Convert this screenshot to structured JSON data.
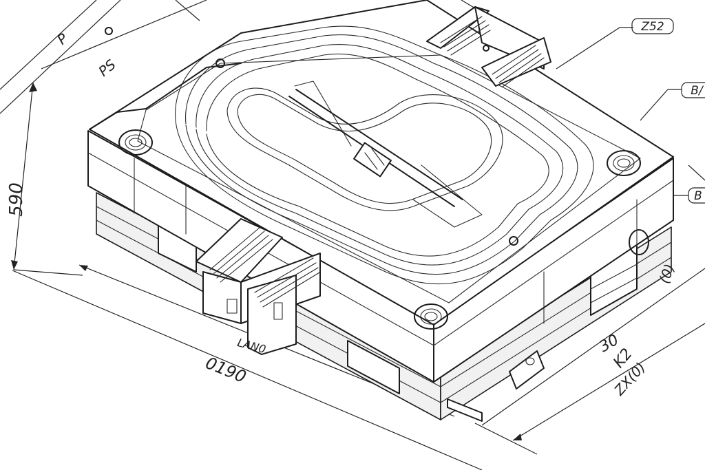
{
  "dimensions": {
    "height_left": "590",
    "length_front": "0190",
    "side_30": "30",
    "side_a": "K2",
    "side_b": "ZX(0)",
    "side_right": "(0)",
    "connector": "LAN0",
    "top_left_1": "P",
    "top_left_2": "PS"
  },
  "callouts": {
    "c1": "Z52",
    "c2": "B/",
    "c3": "B"
  }
}
